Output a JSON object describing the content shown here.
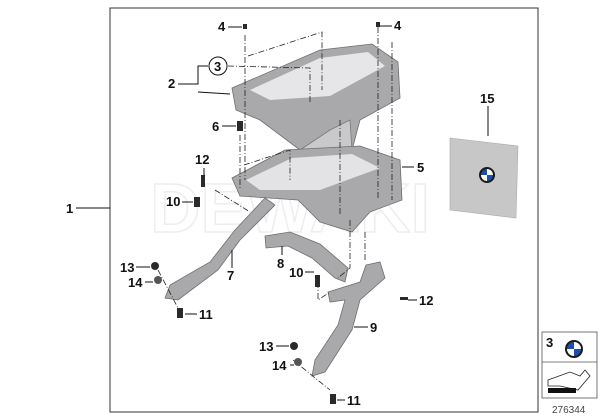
{
  "diagram": {
    "watermark": "DEWAKI",
    "document_number": "276344",
    "callouts": {
      "c1": "1",
      "c2": "2",
      "c3": "3",
      "c4a": "4",
      "c4b": "4",
      "c5": "5",
      "c6": "6",
      "c7": "7",
      "c8": "8",
      "c9": "9",
      "c10a": "10",
      "c10b": "10",
      "c11a": "11",
      "c11b": "11",
      "c12a": "12",
      "c12b": "12",
      "c13a": "13",
      "c13b": "13",
      "c14a": "14",
      "c14b": "14",
      "c15": "15"
    },
    "legend_box": {
      "label": "3",
      "icon": "bmw-logo-icon",
      "arrow_icon": "arrow-icon"
    },
    "colors": {
      "part": "#a9a9ab",
      "bmw_blue": "#1c4fa8"
    }
  }
}
